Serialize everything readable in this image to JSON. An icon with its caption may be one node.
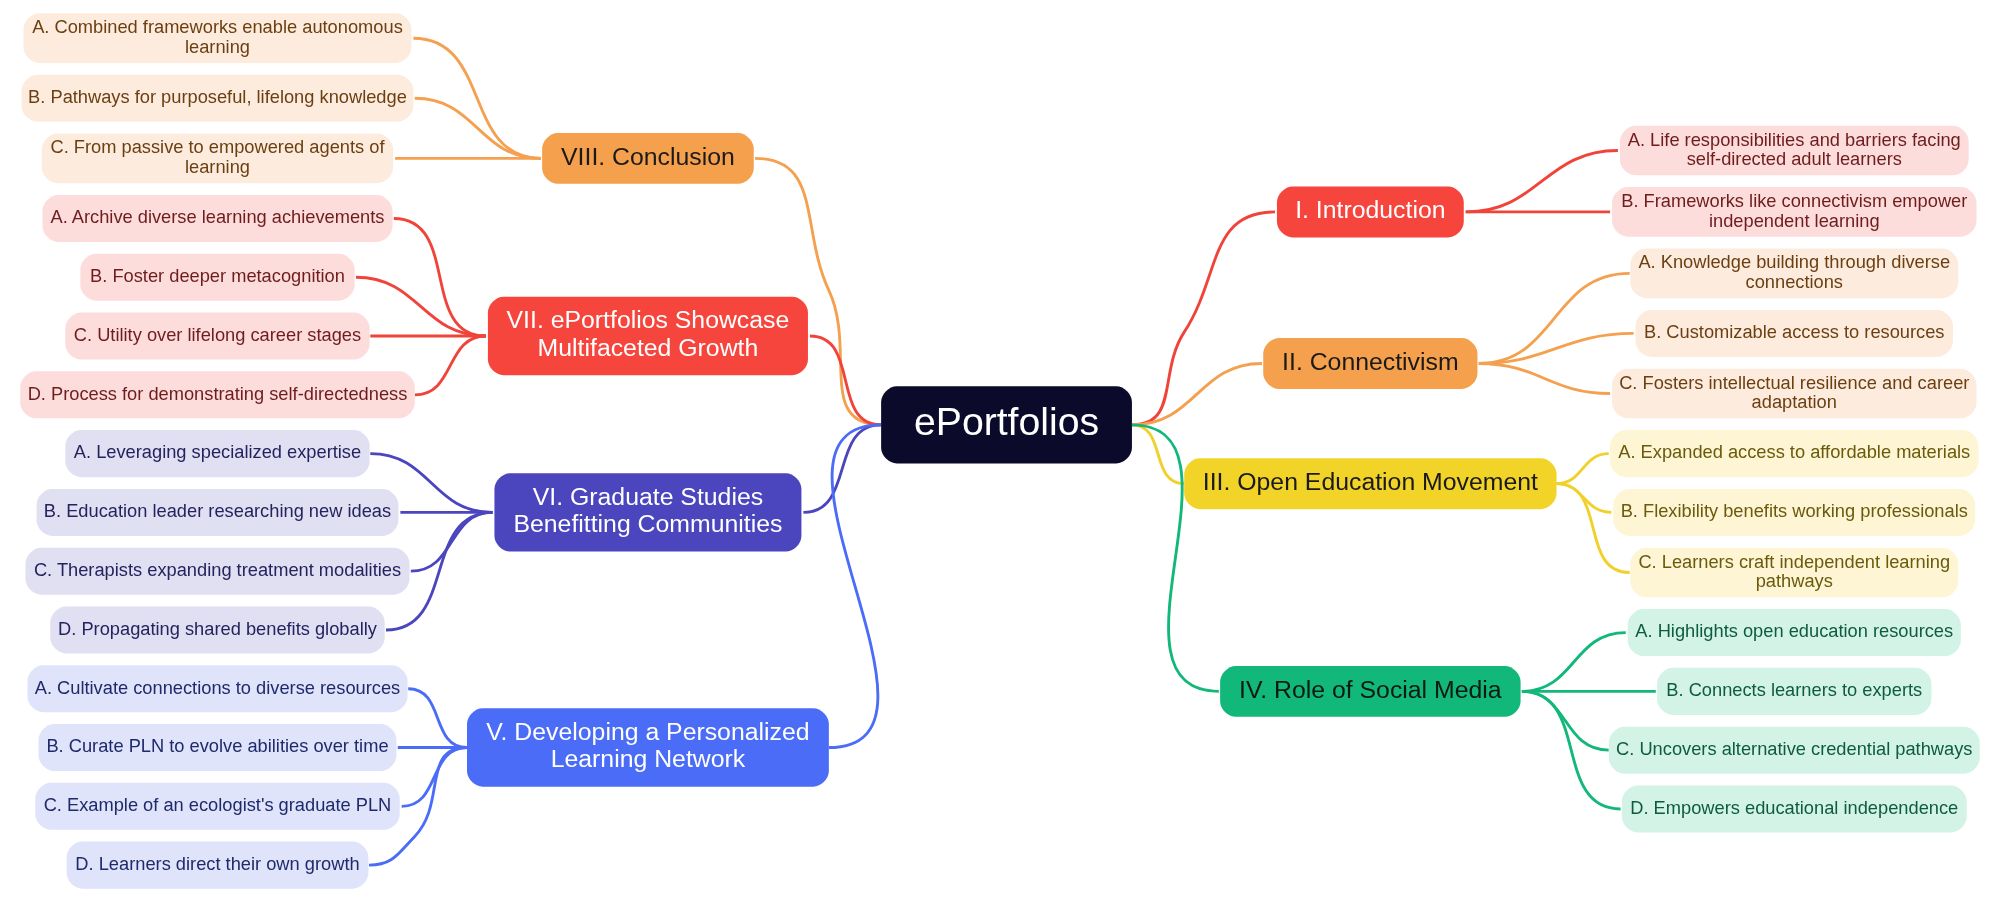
{
  "diagram": {
    "nodes": [
      {
        "text": [
          "ePortfolios"
        ]
      },
      {
        "text": [
          "I. Introduction"
        ]
      },
      {
        "text": [
          "A. Life responsibilities and barriers facing self-directed adult learners"
        ]
      },
      {
        "text": [
          "B. Frameworks like connectivism empower independent learning"
        ]
      },
      {
        "text": [
          "II. Connectivism"
        ]
      },
      {
        "text": [
          "A. Knowledge building through diverse connections"
        ]
      },
      {
        "text": [
          "B. Customizable access to resources"
        ]
      },
      {
        "text": [
          "C. Fosters intellectual resilience and career adaptation"
        ]
      },
      {
        "text": [
          "III. Open Education Movement"
        ]
      },
      {
        "text": [
          "A. Expanded access to affordable materials"
        ]
      },
      {
        "text": [
          "B. Flexibility benefits working professionals"
        ]
      },
      {
        "text": [
          "C. Learners craft independent learning pathways"
        ]
      },
      {
        "text": [
          "IV. Role of Social Media"
        ]
      },
      {
        "text": [
          "A. Highlights open education resources"
        ]
      },
      {
        "text": [
          "B. Connects learners to experts"
        ]
      },
      {
        "text": [
          "C. Uncovers alternative credential pathways"
        ]
      },
      {
        "text": [
          "D. Empowers educational independence"
        ]
      },
      {
        "text": [
          "V. Developing a Personalized Learning Network"
        ]
      },
      {
        "text": [
          "A. Cultivate connections to diverse resources"
        ]
      },
      {
        "text": [
          "B. Curate PLN to evolve abilities over time"
        ]
      },
      {
        "text": [
          "C. Example of an ecologist's graduate PLN"
        ]
      },
      {
        "text": [
          "D. Learners direct their own growth"
        ]
      },
      {
        "text": [
          "VI. Graduate Studies Benefitting Communities"
        ]
      },
      {
        "text": [
          "A. Leveraging specialized expertise"
        ]
      },
      {
        "text": [
          "B. Education leader researching new ideas"
        ]
      },
      {
        "text": [
          "C. Therapists expanding treatment modalities"
        ]
      },
      {
        "text": [
          "D. Propagating shared benefits globally"
        ]
      },
      {
        "text": [
          "VII. ePortfolios Showcase Multifaceted Growth"
        ]
      },
      {
        "text": [
          "A. Archive diverse learning achievements"
        ]
      },
      {
        "text": [
          "B. Foster deeper metacognition"
        ]
      },
      {
        "text": [
          "C. Utility over lifelong career stages"
        ]
      },
      {
        "text": [
          "D. Process for demonstrating self-directedness"
        ]
      },
      {
        "text": [
          "VIII. Conclusion"
        ]
      },
      {
        "text": [
          "A. Combined frameworks enable autonomous learning"
        ]
      },
      {
        "text": [
          "B. Pathways for purposeful, lifelong knowledge"
        ]
      },
      {
        "text": [
          "C. From passive to empowered agents of learning"
        ]
      }
    ],
    "edges": [
      {
        "from": 0,
        "to": 1,
        "arrow": "none",
        "color": "#f0443a"
      },
      {
        "from": 1,
        "to": 2,
        "arrow": "none",
        "color": "#f0443a"
      },
      {
        "from": 1,
        "to": 3,
        "arrow": "none",
        "color": "#f0443a"
      },
      {
        "from": 0,
        "to": 4,
        "arrow": "none",
        "color": "#f4a04e"
      },
      {
        "from": 4,
        "to": 5,
        "arrow": "none",
        "color": "#f4a04e"
      },
      {
        "from": 4,
        "to": 6,
        "arrow": "none",
        "color": "#f4a04e"
      },
      {
        "from": 4,
        "to": 7,
        "arrow": "none",
        "color": "#f4a04e"
      },
      {
        "from": 0,
        "to": 8,
        "arrow": "none",
        "color": "#f1d02a"
      },
      {
        "from": 8,
        "to": 9,
        "arrow": "none",
        "color": "#f1d02a"
      },
      {
        "from": 8,
        "to": 10,
        "arrow": "none",
        "color": "#f1d02a"
      },
      {
        "from": 8,
        "to": 11,
        "arrow": "none",
        "color": "#f1d02a"
      },
      {
        "from": 0,
        "to": 12,
        "arrow": "none",
        "color": "#12b77a"
      },
      {
        "from": 12,
        "to": 13,
        "arrow": "none",
        "color": "#12b77a"
      },
      {
        "from": 12,
        "to": 14,
        "arrow": "none",
        "color": "#12b77a"
      },
      {
        "from": 12,
        "to": 15,
        "arrow": "none",
        "color": "#12b77a"
      },
      {
        "from": 12,
        "to": 16,
        "arrow": "none",
        "color": "#12b77a"
      },
      {
        "from": 0,
        "to": 17,
        "arrow": "none",
        "color": "#4a6cf6"
      },
      {
        "from": 17,
        "to": 18,
        "arrow": "none",
        "color": "#4a6cf6"
      },
      {
        "from": 17,
        "to": 19,
        "arrow": "none",
        "color": "#4a6cf6"
      },
      {
        "from": 17,
        "to": 20,
        "arrow": "none",
        "color": "#4a6cf6"
      },
      {
        "from": 17,
        "to": 21,
        "arrow": "none",
        "color": "#4a6cf6"
      },
      {
        "from": 0,
        "to": 22,
        "arrow": "none",
        "color": "#4b46bd"
      },
      {
        "from": 22,
        "to": 23,
        "arrow": "none",
        "color": "#4b46bd"
      },
      {
        "from": 22,
        "to": 24,
        "arrow": "none",
        "color": "#4b46bd"
      },
      {
        "from": 22,
        "to": 25,
        "arrow": "none",
        "color": "#4b46bd"
      },
      {
        "from": 22,
        "to": 26,
        "arrow": "none",
        "color": "#4b46bd"
      },
      {
        "from": 0,
        "to": 27,
        "arrow": "none",
        "color": "#f0443a"
      },
      {
        "from": 27,
        "to": 28,
        "arrow": "none",
        "color": "#f0443a"
      },
      {
        "from": 27,
        "to": 29,
        "arrow": "none",
        "color": "#f0443a"
      },
      {
        "from": 27,
        "to": 30,
        "arrow": "none",
        "color": "#f0443a"
      },
      {
        "from": 27,
        "to": 31,
        "arrow": "none",
        "color": "#f0443a"
      },
      {
        "from": 0,
        "to": 32,
        "arrow": "none",
        "color": "#f4a04e"
      },
      {
        "from": 32,
        "to": 33,
        "arrow": "none",
        "color": "#f4a04e"
      },
      {
        "from": 32,
        "to": 34,
        "arrow": "none",
        "color": "#f4a04e"
      },
      {
        "from": 32,
        "to": 35,
        "arrow": "none",
        "color": "#f4a04e"
      }
    ]
  }
}
